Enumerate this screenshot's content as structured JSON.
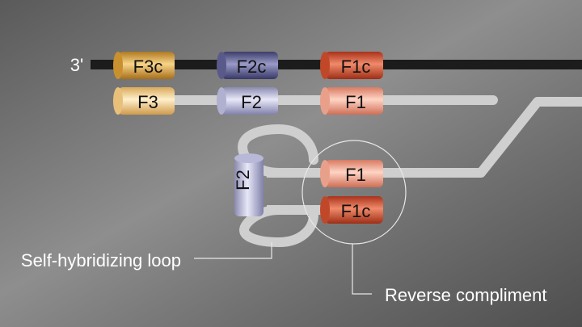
{
  "strand": {
    "end_label": "3'"
  },
  "segments": {
    "top": [
      "F3c",
      "F2c",
      "F1c"
    ],
    "primer": [
      "F3",
      "F2",
      "F1"
    ],
    "loop_stem": "F2",
    "hybrid_upper": "F1",
    "hybrid_lower": "F1c"
  },
  "annotations": {
    "loop": "Self-hybridizing loop",
    "circle": "Reverse compliment"
  },
  "colors": {
    "background_dark": "#5c5c5c",
    "background_light": "#8a8a8a",
    "top_strand": "#1f1f1f",
    "other_strand": "#cfcfcf",
    "f3_orange": "#e8b45a",
    "f2_purple": "#7a7aa8",
    "f1_salmon": "#e8876a",
    "f1c_red": "#d85a3a",
    "label_white": "#ffffff",
    "segment_text": "#111111"
  }
}
